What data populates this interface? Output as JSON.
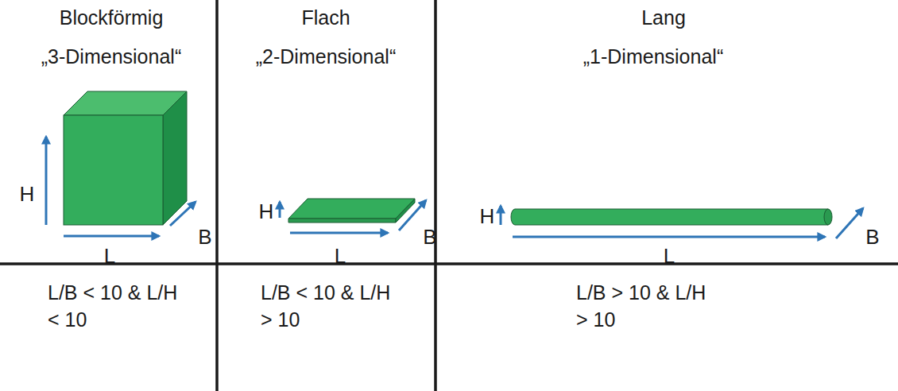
{
  "diagram": {
    "labels": [
      "Blockförmig",
      "Flach",
      "Lang",
      "„3-Dimensional“",
      "„2-Dimensional“",
      "„1-Dimensional“",
      "H",
      "B",
      "L",
      "H",
      "B",
      "L",
      "H",
      "L",
      "B",
      "L/B < 10 & L/H < 10",
      "L/B < 10 & L/H > 10",
      "L/B > 10 & L/H > 10"
    ]
  }
}
